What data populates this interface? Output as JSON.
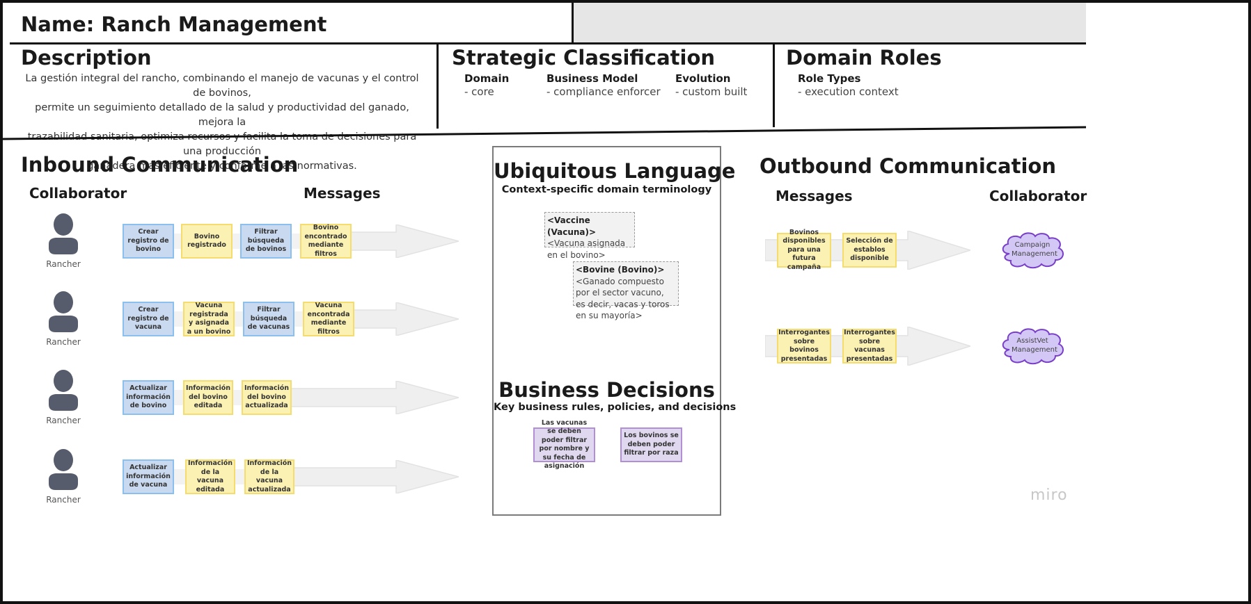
{
  "header": {
    "name_title": "Name: Ranch Management"
  },
  "description": {
    "heading": "Description",
    "lines": [
      "La gestión integral del rancho, combinando el manejo de vacunas y el control de bovinos,",
      "permite un seguimiento detallado de la salud y productividad del ganado, mejora la",
      "trazabilidad sanitaria, optimiza recursos y facilita la toma de decisiones para una producción",
      "ganadera más eficiente y conforme a las normativas."
    ]
  },
  "strategic": {
    "heading": "Strategic Classification",
    "domain_label": "Domain",
    "domain_value": "- core",
    "business_label": "Business Model",
    "business_value": "- compliance enforcer",
    "evolution_label": "Evolution",
    "evolution_value": "- custom built"
  },
  "roles": {
    "heading": "Domain Roles",
    "label": "Role Types",
    "value": "- execution context"
  },
  "inbound": {
    "heading": "Inbound Communication",
    "collaborator_label": "Collaborator",
    "messages_label": "Messages",
    "rows": [
      {
        "collaborator": "Rancher",
        "stickies": [
          {
            "text": "Crear registro de bovino",
            "color": "blue"
          },
          {
            "text": "Bovino registrado",
            "color": "yellow"
          },
          {
            "text": "Filtrar búsqueda de bovinos",
            "color": "blue"
          },
          {
            "text": "Bovino encontrado mediante filtros",
            "color": "yellow"
          }
        ]
      },
      {
        "collaborator": "Rancher",
        "stickies": [
          {
            "text": "Crear registro de vacuna",
            "color": "blue"
          },
          {
            "text": "Vacuna registrada y asignada a un bovino",
            "color": "yellow"
          },
          {
            "text": "Filtrar búsqueda de vacunas",
            "color": "blue"
          },
          {
            "text": "Vacuna encontrada mediante filtros",
            "color": "yellow"
          }
        ]
      },
      {
        "collaborator": "Rancher",
        "stickies": [
          {
            "text": "Actualizar información de bovino",
            "color": "blue"
          },
          {
            "text": "Información del bovino editada",
            "color": "yellow"
          },
          {
            "text": "Información del bovino actualizada",
            "color": "yellow"
          }
        ]
      },
      {
        "collaborator": "Rancher",
        "stickies": [
          {
            "text": "Actualizar información de vacuna",
            "color": "blue"
          },
          {
            "text": "Información de la vacuna editada",
            "color": "yellow"
          },
          {
            "text": "Información de la vacuna actualizada",
            "color": "yellow"
          }
        ]
      }
    ]
  },
  "ubiquitous": {
    "heading": "Ubiquitous Language",
    "subheading": "Context-specific domain terminology",
    "terms": [
      {
        "title": "<Vaccine (Vacuna)>",
        "definition": "<Vacuna asignada en el bovino>"
      },
      {
        "title": "<Bovine (Bovino)>",
        "definition": "<Ganado compuesto por el sector vacuno, es decir, vacas y toros en su mayoría>"
      }
    ]
  },
  "business_decisions": {
    "heading": "Business Decisions",
    "subheading": "Key business rules, policies, and decisions",
    "items": [
      "Las vacunas se deben poder filtrar por nombre y su fecha de asignación",
      "Los bovinos se deben poder filtrar por raza"
    ]
  },
  "outbound": {
    "heading": "Outbound Communication",
    "messages_label": "Messages",
    "collaborator_label": "Collaborator",
    "rows": [
      {
        "collaborator": "Campaign Management",
        "stickies": [
          {
            "text": "Bovinos disponibles para una futura campaña",
            "color": "yellow"
          },
          {
            "text": "Selección de establos disponible",
            "color": "yellow"
          }
        ]
      },
      {
        "collaborator": "AssistVet Management",
        "stickies": [
          {
            "text": "Interrogantes sobre bovinos presentadas",
            "color": "yellow"
          },
          {
            "text": "Interrogantes sobre vacunas presentadas",
            "color": "yellow"
          }
        ]
      }
    ]
  },
  "watermark": "miro",
  "colors": {
    "blue_fill": "#c9daf0",
    "yellow_fill": "#fbf1b3",
    "purple_fill": "#e0d8ee",
    "cloud_fill": "#d3c7f5",
    "cloud_stroke": "#7a3fc9"
  },
  "icons": {
    "collaborator": "person-icon",
    "external": "cloud-icon",
    "flow": "arrow-icon"
  }
}
